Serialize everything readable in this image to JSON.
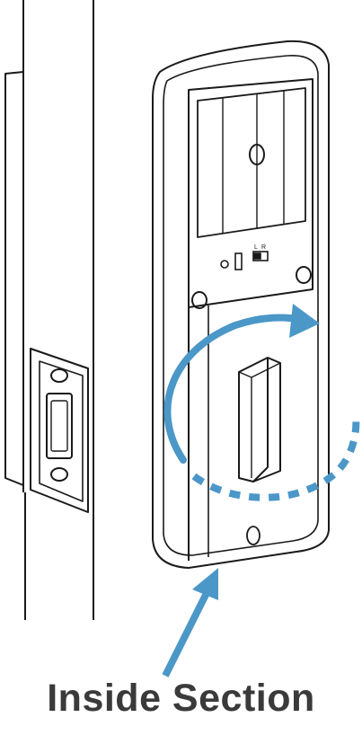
{
  "diagram": {
    "caption": "Inside Section",
    "switch_left_label": "L",
    "switch_right_label": "R"
  },
  "colors": {
    "arrow": "#4b97c8",
    "line": "#1a1a1a",
    "caption": "#3a3a3a",
    "background": "#ffffff"
  }
}
